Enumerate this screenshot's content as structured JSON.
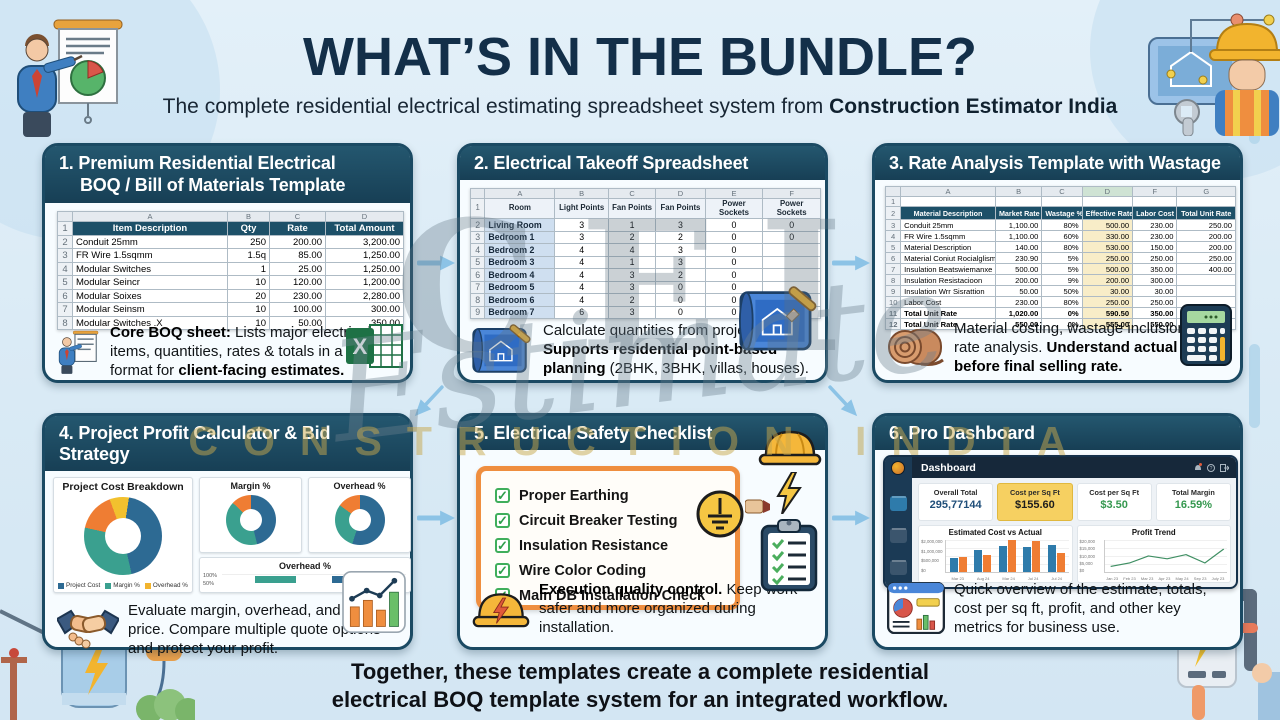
{
  "page": {
    "title": "WHAT’S IN THE BUNDLE?",
    "subtitle_prefix": "The complete residential electrical estimating spreadsheet system from ",
    "subtitle_brand": "Construction Estimator India",
    "footer_line1": "Together, these templates create a complete residential",
    "footer_bold": "electrical BOQ template system",
    "footer_rest": " for an integrated workflow.",
    "watermark": {
      "monogram": "CEI",
      "script": "Estimate",
      "tagline": "CONSTRUCTION INDIA"
    }
  },
  "colors": {
    "navy": "#14334d",
    "card_header": "#1d4f68",
    "blue": "#2d6a93",
    "teal": "#3aa08f",
    "orange": "#ef7d33",
    "yellow": "#f2c12e",
    "safety_orange": "#ef8e3f",
    "excel_green": "#1e7145",
    "check_green": "#3fae5c",
    "kpi_green": "#35984f",
    "kpi_blue": "#1f4e79",
    "arrow_blue": "#8cc3e6"
  },
  "cards": [
    {
      "title_line1": "1. Premium Residential Electrical",
      "title_line2": "BOQ / Bill of Materials Template",
      "table": {
        "col_letters": [
          "",
          "A",
          "B",
          "C",
          "D"
        ],
        "header_row": [
          "1",
          "Item Description",
          "Qty",
          "Rate",
          "Total Amount"
        ],
        "rows": [
          [
            "2",
            "Conduit 25mm",
            "250",
            "200.00",
            "3,200.00"
          ],
          [
            "3",
            "FR Wire 1.5sqmm",
            "1.5q",
            "85.00",
            "1,250.00"
          ],
          [
            "4",
            "Modular Switches",
            "1",
            "25.00",
            "1,250.00"
          ],
          [
            "5",
            "Modular Seincr",
            "10",
            "120.00",
            "1,200.00"
          ],
          [
            "6",
            "Modular Soixes",
            "20",
            "230.00",
            "2,280.00"
          ],
          [
            "7",
            "Modular Seinsm",
            "10",
            "100.00",
            "300.00"
          ],
          [
            "8",
            "Modular Switches .X",
            "10",
            "50.00",
            "350.00"
          ]
        ]
      },
      "caption": {
        "b1": "Core BOQ sheet:",
        "t1": " Lists major electrical items, quantities, rates & totals in a clean format for ",
        "b2": "client-facing estimates."
      }
    },
    {
      "title": "2. Electrical Takeoff Spreadsheet",
      "table": {
        "col_letters": [
          "",
          "A",
          "B",
          "C",
          "D",
          "E",
          "F"
        ],
        "header_row": [
          "1",
          "Room",
          "Light Points",
          "Fan Points",
          "Fan Points",
          "Power Sockets",
          "Power Sockets"
        ],
        "rows": [
          [
            "2",
            "Living Room",
            "3",
            "1",
            "3",
            "0",
            "0"
          ],
          [
            "3",
            "Bedroom 1",
            "3",
            "2",
            "2",
            "0",
            "0"
          ],
          [
            "4",
            "Bedroom 2",
            "4",
            "4",
            "3",
            "0",
            ""
          ],
          [
            "5",
            "Bedroom 3",
            "4",
            "1",
            "3",
            "0",
            ""
          ],
          [
            "6",
            "Bedroom 4",
            "4",
            "3",
            "2",
            "0",
            ""
          ],
          [
            "7",
            "Bedroom 5",
            "4",
            "3",
            "0",
            "0",
            ""
          ],
          [
            "8",
            "Bedroom 6",
            "4",
            "2",
            "0",
            "0",
            ""
          ],
          [
            "9",
            "Bedroom 7",
            "6",
            "3",
            "0",
            "0",
            ""
          ]
        ]
      },
      "caption": {
        "t1": "Calculate quantities from project inputs. ",
        "b1": "Supports residential point-based planning",
        "t2": " (2BHK, 3BHK, villas, houses)."
      }
    },
    {
      "title": "3. Rate Analysis Template with Wastage",
      "table": {
        "col_letters": [
          "",
          "A",
          "B",
          "C",
          "D",
          "F",
          "G"
        ],
        "blank_row": [
          "1",
          "",
          "",
          "",
          "",
          "",
          ""
        ],
        "header_row": [
          "2",
          "Material Description",
          "Market Rate",
          "Wastage %",
          "Effective Rate",
          "Labor Cost",
          "Total Unit Rate"
        ],
        "rows": [
          [
            "3",
            "Conduit 25mm",
            "1,100.00",
            "80%",
            "500.00",
            "230.00",
            "250.00"
          ],
          [
            "4",
            "FR Wire 1.5sqmm",
            "1,100.00",
            "60%",
            "330.00",
            "230.00",
            "200.00"
          ],
          [
            "5",
            "Material Description",
            "140.00",
            "80%",
            "530.00",
            "150.00",
            "200.00"
          ],
          [
            "6",
            "Material Coniut Rocialglism",
            "230.90",
            "5%",
            "250.00",
            "250.00",
            "250.00"
          ],
          [
            "7",
            "Insulation Beatswiemanxe",
            "500.00",
            "5%",
            "500.00",
            "350.00",
            "400.00"
          ],
          [
            "8",
            "Insulation Resistacioon",
            "200.00",
            "9%",
            "200.00",
            "300.00",
            ""
          ],
          [
            "9",
            "Insulation Wrr Sisrattion",
            "50.00",
            "50%",
            "30.00",
            "30.00",
            ""
          ],
          [
            "10",
            "Labor Cost",
            "230.00",
            "80%",
            "250.00",
            "250.00",
            ""
          ],
          [
            "11",
            "Total Unit Rate",
            "1,020.00",
            "0%",
            "590.50",
            "350.00",
            ""
          ],
          [
            "12",
            "Total Unit Rate",
            "550.00",
            "0%",
            "555.00",
            "550.00",
            ""
          ]
        ]
      },
      "caption": {
        "t1": "Material costing, wastage inclusion, and rate analysis. ",
        "b1": "Understand actual cost before final selling rate."
      }
    },
    {
      "title": "4. Project Profit Calculator & Bid Strategy",
      "charts": {
        "breakdown": {
          "type": "donut",
          "title": "Project Cost Breakdown",
          "legend": [
            "Project Cost",
            "Margin %",
            "Overhead %"
          ],
          "segments": [
            {
              "color": "#f2c12e",
              "pct": 8
            },
            {
              "color": "#2d6a93",
              "pct": 44
            },
            {
              "color": "#3aa08f",
              "pct": 32
            },
            {
              "color": "#ef7d33",
              "pct": 16
            }
          ]
        },
        "margin": {
          "type": "donut",
          "title": "Margin %",
          "segments": [
            {
              "color": "#2d6a93",
              "pct": 46
            },
            {
              "color": "#3aa08f",
              "pct": 41
            },
            {
              "color": "#ef7d33",
              "pct": 13
            }
          ]
        },
        "overhead": {
          "type": "donut",
          "title": "Overhead %",
          "segments": [
            {
              "color": "#2d6a93",
              "pct": 55
            },
            {
              "color": "#3aa08f",
              "pct": 30
            },
            {
              "color": "#ef7d33",
              "pct": 15
            }
          ]
        },
        "overhead_bar": {
          "type": "bar",
          "title": "Overhead %",
          "y_ticks": [
            "100%",
            "50%"
          ]
        }
      },
      "caption": {
        "t1": "Evaluate margin, overhead, and bid price. Compare multiple quote options and protect your profit."
      }
    },
    {
      "title": "5. Electrical Safety Checklist",
      "check_glyph": "✓",
      "checklist": [
        "Proper Earthing",
        "Circuit Breaker Testing",
        "Insulation Resistance",
        "Wire Color Coding",
        "Main DB Installation Check"
      ],
      "caption": {
        "b1": "Execution quality control.",
        "t1": " Keep work safer and more organized during installation."
      }
    },
    {
      "title": "6. Pro Dashboard",
      "dashboard": {
        "window_title": "Dashboard",
        "kpis": [
          {
            "label": "Overall Total",
            "value": "295,77144"
          },
          {
            "label": "Cost per Sq Ft",
            "value": "$155.60"
          },
          {
            "label": "Cost per Sq Ft",
            "value": "$3.50"
          },
          {
            "label": "Total Margin",
            "value": "16.59%"
          }
        ],
        "bar_chart": {
          "type": "bar",
          "title": "Estimated Cost vs Actual",
          "x": [
            "Mar 23",
            "Aug 24",
            "Mar 24",
            "Jul 24",
            "Jul 24"
          ],
          "y_ticks": [
            "$2,000,000",
            "$1,000,000",
            "$500,000",
            "$0"
          ],
          "series": [
            {
              "name": "Estimated",
              "color": "#2e7bab",
              "heights_pct": [
                45,
                70,
                80,
                78,
                85
              ]
            },
            {
              "name": "Actual",
              "color": "#ef7d33",
              "heights_pct": [
                48,
                52,
                100,
                96,
                58
              ]
            }
          ]
        },
        "line_chart": {
          "type": "line",
          "title": "Profit Trend",
          "x": [
            "Jan 23",
            "Feb 23",
            "Mar 23",
            "Apr 23",
            "May 24",
            "Sep 23",
            "July 23"
          ],
          "y_ticks": [
            "$20,000",
            "$15,000",
            "$10,000",
            "$5,000",
            "$0"
          ],
          "values_approx": [
            5000,
            8000,
            13500,
            11500,
            15000,
            7500,
            19500
          ],
          "color": "#3f8f63"
        }
      },
      "caption": {
        "t1": "Quick overview of the estimate, totals, cost per sq ft, profit, and other key metrics for business use."
      }
    }
  ]
}
